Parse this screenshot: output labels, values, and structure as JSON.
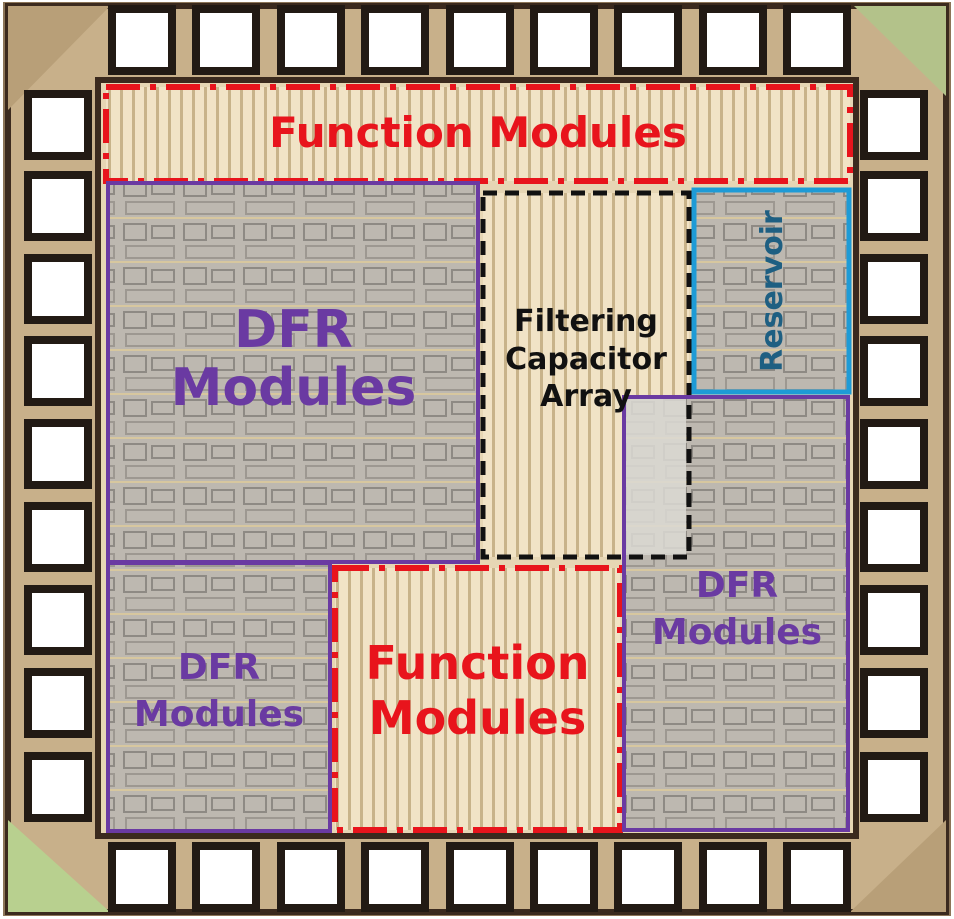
{
  "colors": {
    "chip_frame": "#3b2a1e",
    "die_fill": "#e6d6b4",
    "pad_fill": "#ffffff",
    "pad_border": "#221a14",
    "function_region": "#e8141c",
    "dfr_region": "#6a3aa2",
    "filter_region": "#111111",
    "reservoir_region": "#1e9bd6",
    "reservoir_text": "#1e5f82"
  },
  "regions": {
    "function_top": {
      "label": "Function Modules"
    },
    "dfr_top_left": {
      "line1": "DFR",
      "line2": "Modules"
    },
    "filtering": {
      "line1": "Filtering",
      "line2": "Capacitor",
      "line3": "Array"
    },
    "reservoir": {
      "label": "Reservoir"
    },
    "dfr_bottom_left": {
      "line1": "DFR",
      "line2": "Modules"
    },
    "function_bottom": {
      "line1": "Function",
      "line2": "Modules"
    },
    "dfr_right": {
      "line1": "DFR",
      "line2": "Modules"
    }
  }
}
